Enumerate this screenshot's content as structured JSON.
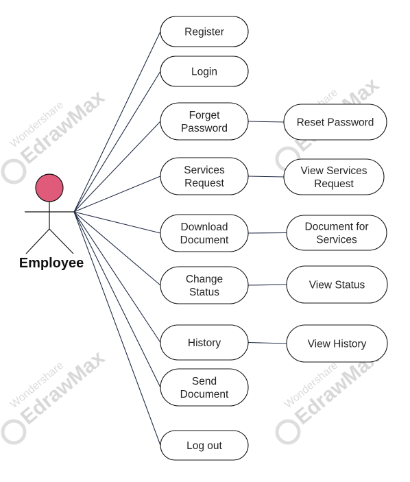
{
  "actor": {
    "name": "Employee",
    "head_color": "#e05a7a"
  },
  "use_cases": [
    {
      "label_lines": [
        "Register"
      ]
    },
    {
      "label_lines": [
        "Login"
      ]
    },
    {
      "label_lines": [
        "Forget",
        "Password"
      ]
    },
    {
      "label_lines": [
        "Services",
        "Request"
      ]
    },
    {
      "label_lines": [
        "Download",
        "Document"
      ]
    },
    {
      "label_lines": [
        "Change",
        "Status"
      ]
    },
    {
      "label_lines": [
        "History"
      ]
    },
    {
      "label_lines": [
        "Send",
        "Document"
      ]
    },
    {
      "label_lines": [
        "Log out"
      ]
    }
  ],
  "extended_use_cases": [
    {
      "label_lines": [
        "Reset Password"
      ],
      "source": 2
    },
    {
      "label_lines": [
        "View Services",
        "Request"
      ],
      "source": 3
    },
    {
      "label_lines": [
        "Document for",
        "Services"
      ],
      "source": 4
    },
    {
      "label_lines": [
        "View Status"
      ],
      "source": 5
    },
    {
      "label_lines": [
        "View History"
      ],
      "source": 6
    }
  ],
  "watermark": {
    "brand": "EdrawMax",
    "company": "Wondershare"
  }
}
